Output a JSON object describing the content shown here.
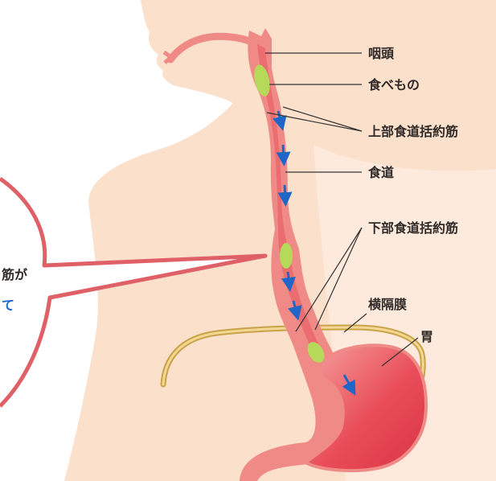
{
  "labels": {
    "pharynx": "咽頭",
    "food": "食べもの",
    "upper_sphincter": "上部食道括約筋",
    "esophagus": "食道",
    "lower_sphincter": "下部食道括約筋",
    "diaphragm": "横隔膜",
    "stomach": "胃"
  },
  "bubble": {
    "line1": "筋が",
    "line2": "て"
  },
  "colors": {
    "skin": "#fbe0cc",
    "skin_light": "#fdeee3",
    "tract_outer": "#ef8a86",
    "tract_inner": "#e8565c",
    "food": "#b7d95a",
    "arrow": "#1f66c9",
    "diaphragm": "#c9a24a",
    "bubble_line": "#e06068",
    "bubble_blue_text": "#1f66c9",
    "leader": "#333333"
  },
  "icons": [
    "down-arrow-icon"
  ]
}
